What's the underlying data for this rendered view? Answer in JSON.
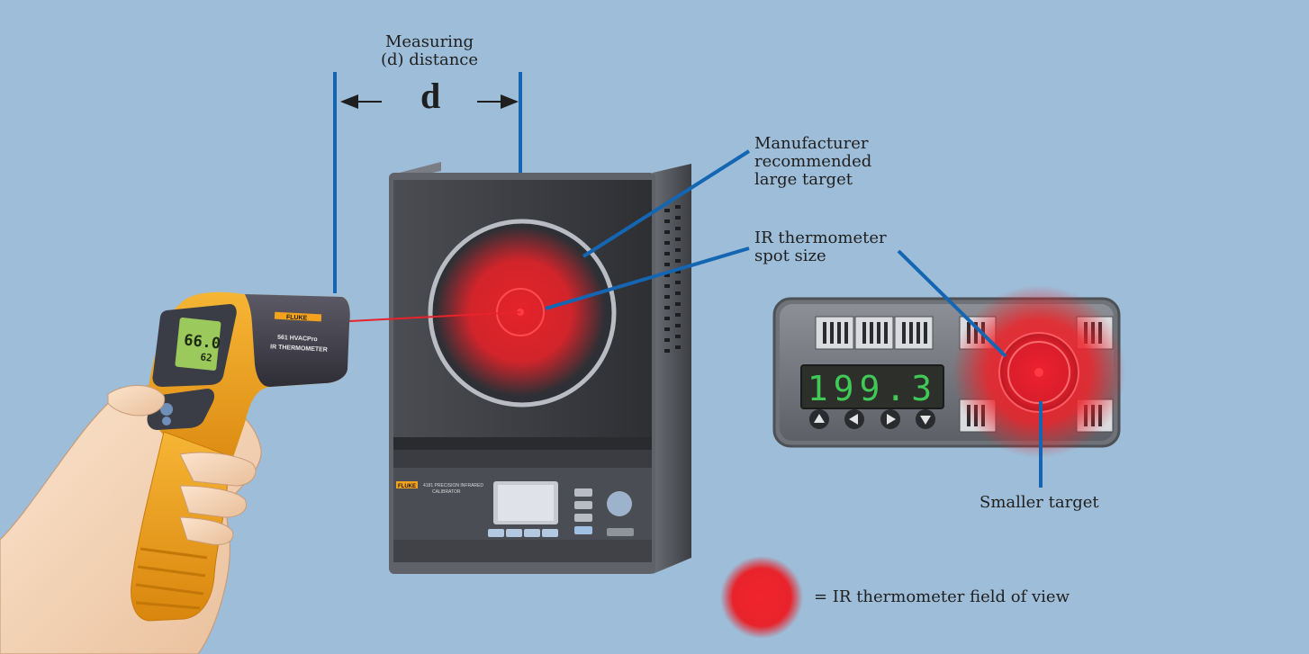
{
  "labels": {
    "measuring_line1": "Measuring",
    "measuring_line2": "(d) distance",
    "d_symbol": "d",
    "manufacturer_line1": "Manufacturer",
    "manufacturer_line2": "recommended",
    "manufacturer_line3": "large target",
    "spot_line1": "IR thermometer",
    "spot_line2": "spot size",
    "smaller_target": "Smaller target",
    "legend": "= IR thermometer field of view"
  },
  "thermometer": {
    "brand": "FLUKE",
    "model_line1": "561 HVACPro",
    "model_line2": "IR THERMOMETER",
    "reading_main": "66.0",
    "reading_secondary": "62"
  },
  "calibrator": {
    "brand": "FLUKE",
    "title_line1": "4181 PRECISION INFRARED",
    "title_line2": "CALIBRATOR"
  },
  "controller": {
    "display_value": "199.3"
  },
  "colors": {
    "background": "#9dbdd8",
    "leader_blue": "#1466b3",
    "ir_red": "#e8232b",
    "display_green": "#41c957",
    "gun_orange": "#f2a21c"
  },
  "icons": [
    "arrow-left-icon",
    "arrow-right-icon",
    "triangle-up-icon",
    "triangle-left-icon",
    "triangle-right-icon",
    "triangle-down-icon"
  ]
}
